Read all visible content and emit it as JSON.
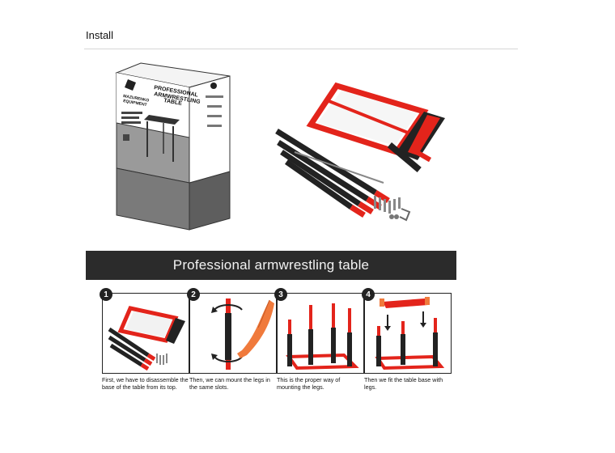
{
  "section": {
    "title": "Install"
  },
  "product_box": {
    "brand_line1": "MAZURENKO",
    "brand_line2": "EQUIPMENT",
    "product_line1": "PROFESSIONAL",
    "product_line2": "ARMWRESTLING",
    "product_line3": "TABLE"
  },
  "banner": {
    "text": "Professional armwrestling table"
  },
  "steps": [
    {
      "number": "1",
      "caption": "First, we have to disassemble the base of the table from its top."
    },
    {
      "number": "2",
      "caption": "Then, we can mount the legs in the same slots."
    },
    {
      "number": "3",
      "caption": "This is the proper way of mounting the legs."
    },
    {
      "number": "4",
      "caption": "Then we fit the table base with legs."
    }
  ],
  "colors": {
    "accent": "#e3241b",
    "dark": "#1c1c1c",
    "banner_bg": "#2b2b2b"
  }
}
